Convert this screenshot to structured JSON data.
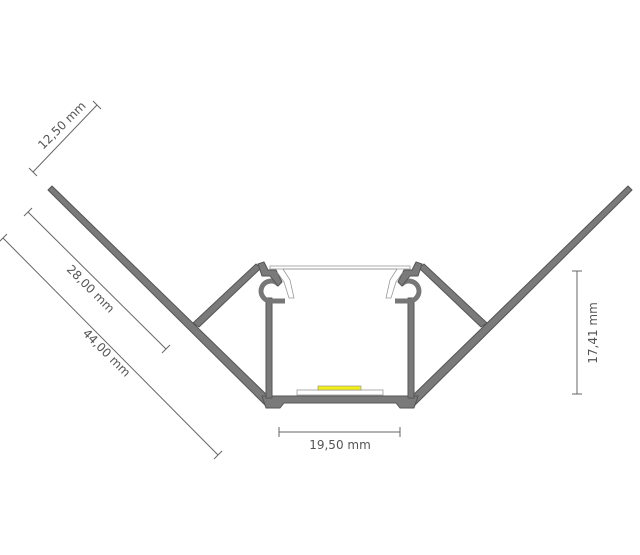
{
  "dimensions": {
    "wing_width": "12,50 mm",
    "inner_wing": "28,00 mm",
    "outer_wing": "44,00 mm",
    "channel_width": "19,50 mm",
    "channel_height": "17,41 mm"
  },
  "colors": {
    "profile": "#7a7a7a",
    "led": "#f2ee1a",
    "dimension_line": "#666666"
  }
}
